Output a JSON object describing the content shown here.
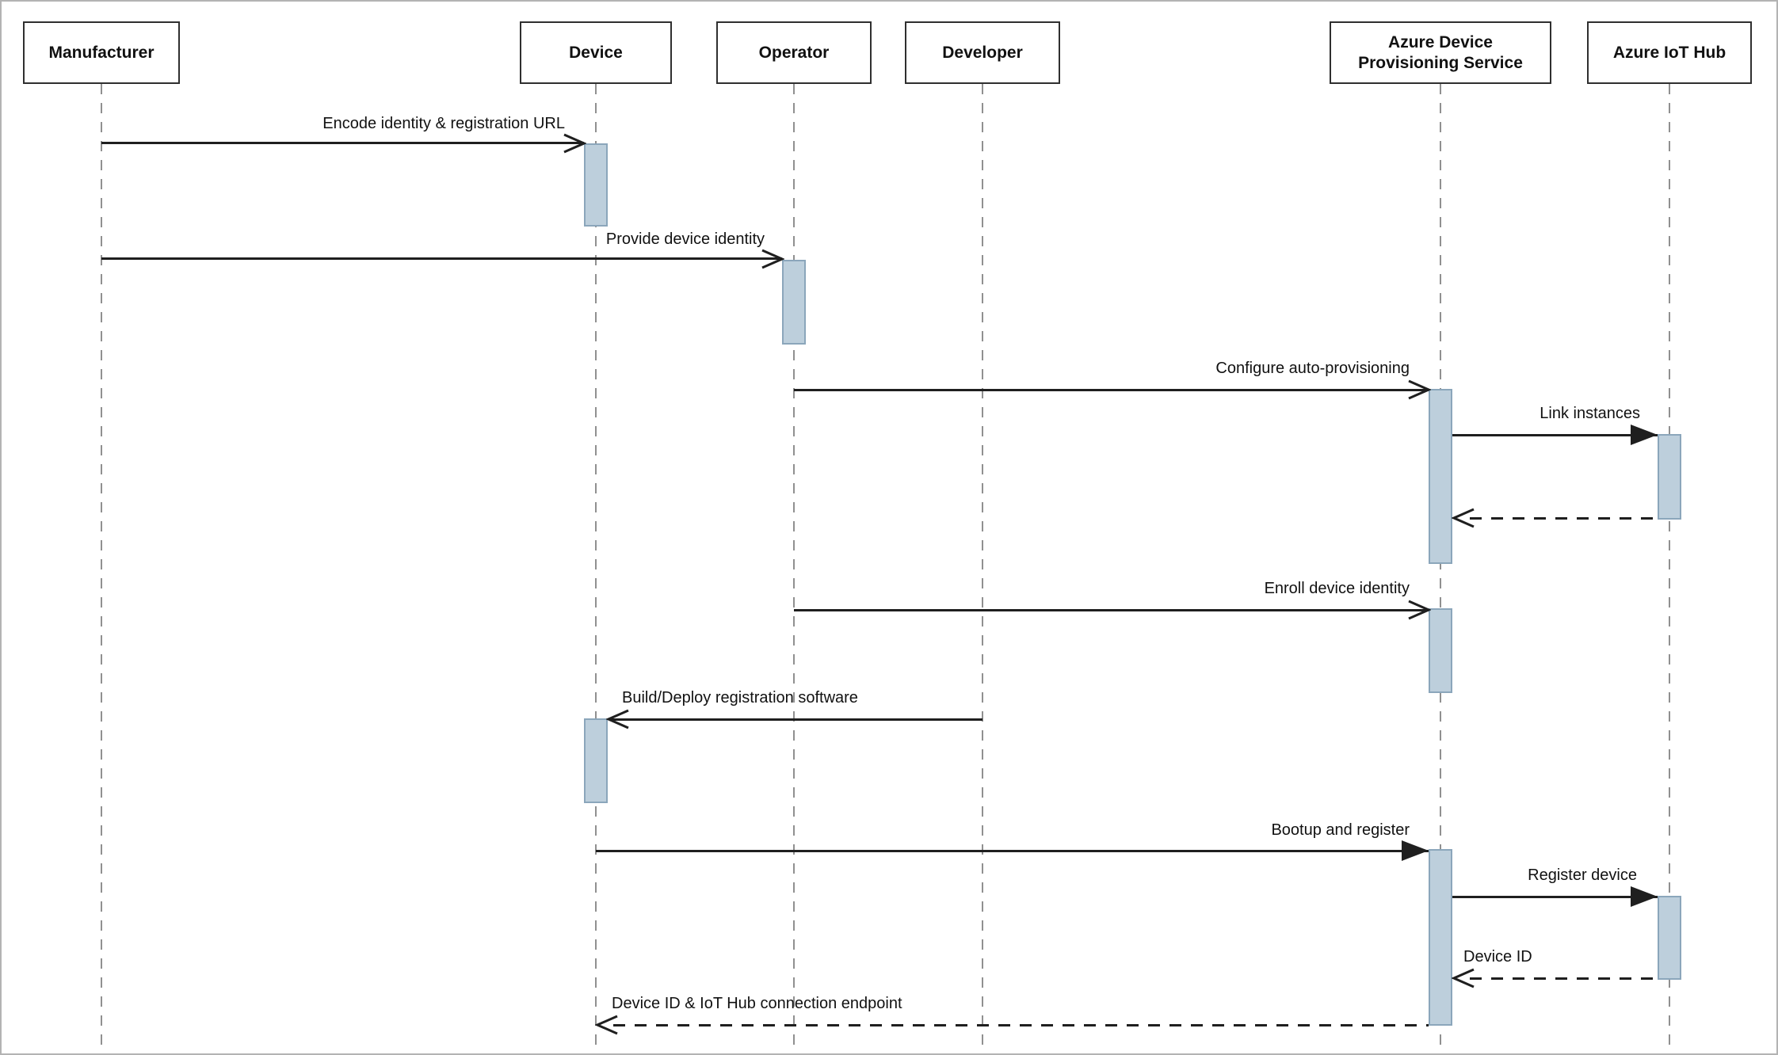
{
  "diagram": {
    "type": "uml-sequence-diagram",
    "subject": "Azure IoT device auto-provisioning flow"
  },
  "actors": [
    {
      "name": "Manufacturer"
    },
    {
      "name": "Device"
    },
    {
      "name": "Operator"
    },
    {
      "name": "Developer"
    },
    {
      "name": "Azure Device\nProvisioning Service"
    },
    {
      "name": "Azure IoT Hub"
    }
  ],
  "sequence": [
    {
      "from": "Manufacturer",
      "to": "Device",
      "label": "Encode identity & registration URL",
      "line": "solid",
      "arrowhead": "open"
    },
    {
      "from": "Manufacturer",
      "to": "Operator",
      "label": "Provide device identity",
      "line": "solid",
      "arrowhead": "open"
    },
    {
      "from": "Operator",
      "to": "Azure Device Provisioning Service",
      "label": "Configure auto-provisioning",
      "line": "solid",
      "arrowhead": "open"
    },
    {
      "from": "Azure Device Provisioning Service",
      "to": "Azure IoT Hub",
      "label": "Link instances",
      "line": "solid",
      "arrowhead": "filled"
    },
    {
      "from": "Azure IoT Hub",
      "to": "Azure Device Provisioning Service",
      "label": "",
      "line": "dashed",
      "arrowhead": "open"
    },
    {
      "from": "Operator",
      "to": "Azure Device Provisioning Service",
      "label": "Enroll device identity",
      "line": "solid",
      "arrowhead": "open"
    },
    {
      "from": "Developer",
      "to": "Device",
      "label": "Build/Deploy registration software",
      "line": "solid",
      "arrowhead": "open"
    },
    {
      "from": "Device",
      "to": "Azure Device Provisioning Service",
      "label": "Bootup and register",
      "line": "solid",
      "arrowhead": "filled"
    },
    {
      "from": "Azure Device Provisioning Service",
      "to": "Azure IoT Hub",
      "label": "Register device",
      "line": "solid",
      "arrowhead": "filled"
    },
    {
      "from": "Azure IoT Hub",
      "to": "Azure Device Provisioning Service",
      "label": "Device ID",
      "line": "dashed",
      "arrowhead": "open"
    },
    {
      "from": "Azure Device Provisioning Service",
      "to": "Device",
      "label": "Device ID & IoT Hub connection endpoint",
      "line": "dashed",
      "arrowhead": "open"
    }
  ],
  "colors": {
    "activation_fill": "#bdcfdc",
    "activation_border": "#8ba6bb",
    "lifeline": "#909090",
    "message_line": "#1f1f1f",
    "actor_border": "#2f2f2f",
    "canvas_border": "#b3b3b3",
    "background": "#ffffff"
  }
}
